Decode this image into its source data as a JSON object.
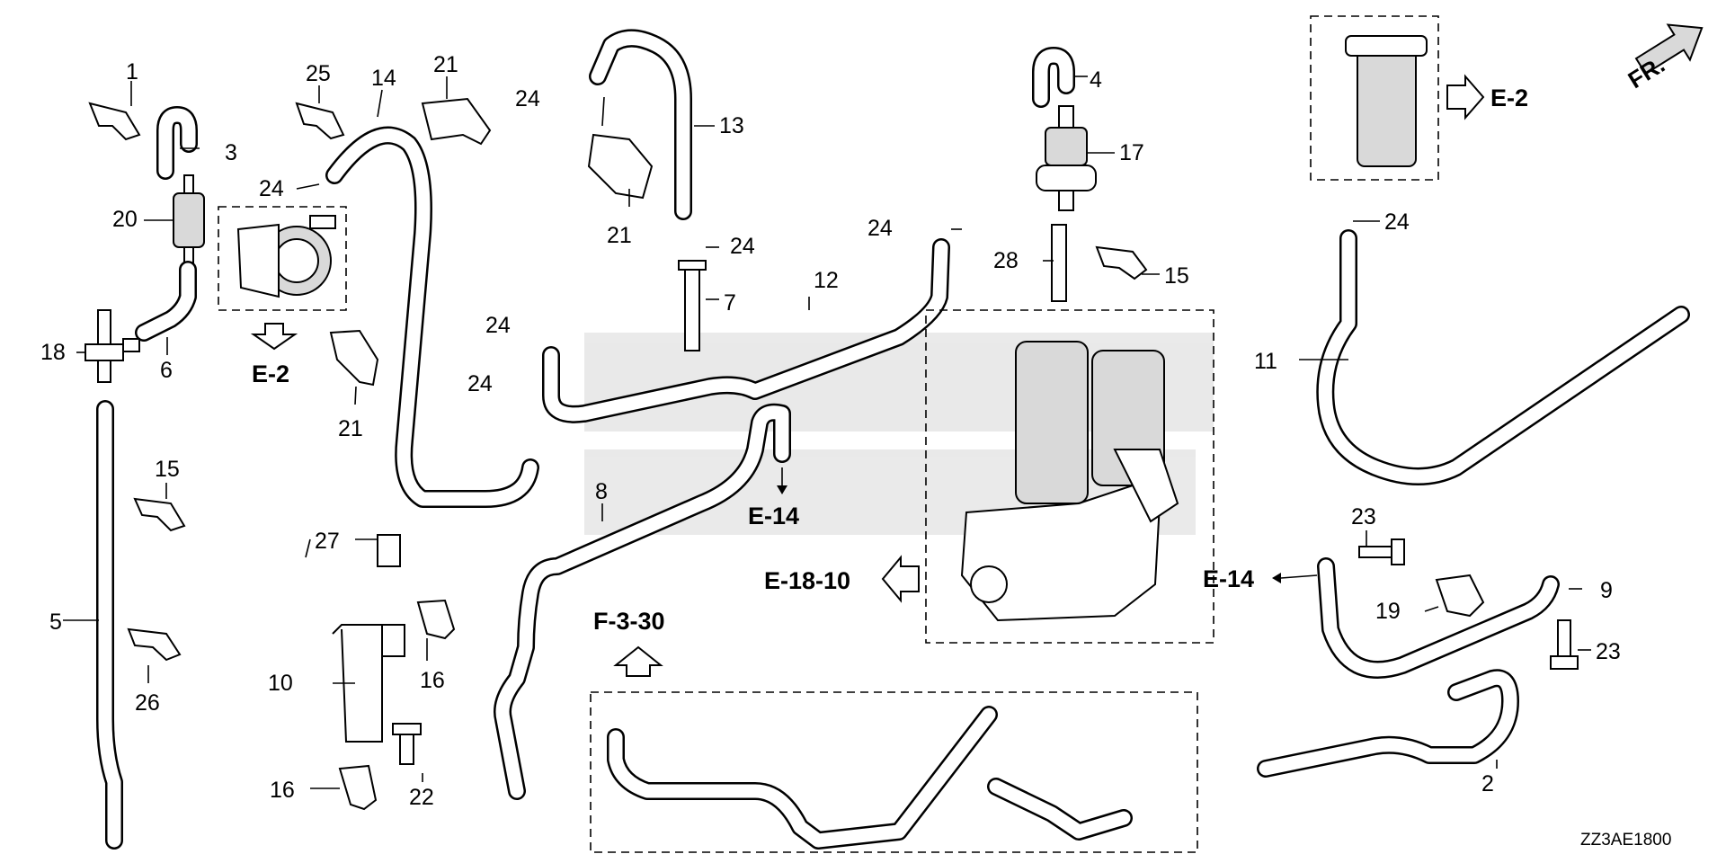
{
  "callouts": {
    "c1": "1",
    "c2": "2",
    "c3": "3",
    "c4": "4",
    "c5": "5",
    "c6": "6",
    "c7": "7",
    "c8": "8",
    "c9": "9",
    "c10": "10",
    "c11": "11",
    "c12": "12",
    "c13": "13",
    "c14": "14",
    "c15a": "15",
    "c15b": "15",
    "c16a": "16",
    "c16b": "16",
    "c17": "17",
    "c18": "18",
    "c19": "19",
    "c20": "20",
    "c21a": "21",
    "c21b": "21",
    "c21c": "21",
    "c22": "22",
    "c23a": "23",
    "c23b": "23",
    "c24a": "24",
    "c24b": "24",
    "c24c": "24",
    "c24d": "24",
    "c24e": "24",
    "c24f": "24",
    "c24g": "24",
    "c25": "25",
    "c26": "26",
    "c27": "27",
    "c28": "28"
  },
  "refs": {
    "e2_left": "E-2",
    "e2_right": "E-2",
    "e14_center": "E-14",
    "e14_right": "E-14",
    "e18_10": "E-18-10",
    "f3_30": "F-3-30"
  },
  "front_indicator": "FR.",
  "diagram_code": "ZZ3AE1800",
  "icons": {
    "front": "front-arrow-icon",
    "reference": "hollow-arrow-icon",
    "watermark": "honda-watermark"
  }
}
